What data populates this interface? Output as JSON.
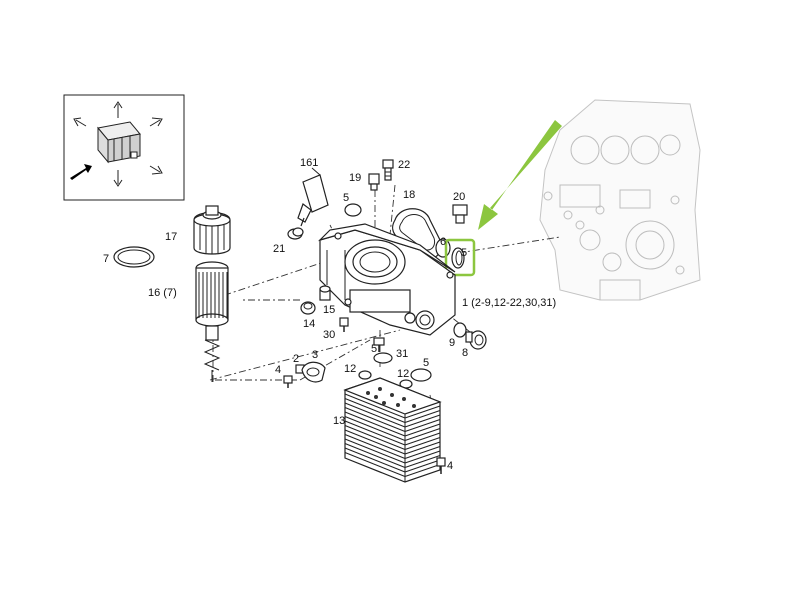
{
  "callouts": {
    "c161": "161",
    "c19": "19",
    "c22": "22",
    "c18": "18",
    "c20": "20",
    "c5_top": "5",
    "c5_hl": "5",
    "c6": "6",
    "c21": "21",
    "c17": "17",
    "c7": "7",
    "c16": "16 (7)",
    "c1": "1 (2-9,12-22,30,31)",
    "c14": "14",
    "c15": "15",
    "c30": "30",
    "c9": "9",
    "c8": "8",
    "c2": "2",
    "c3": "3",
    "c4a": "4",
    "c5_mid": "5",
    "c31": "31",
    "c5_mid2": "5",
    "c12a": "12",
    "c12b": "12",
    "c13": "13",
    "c4b": "4"
  },
  "colors": {
    "highlight": "#8cc63f",
    "line": "#222222",
    "ghost": "#bdbdbd"
  },
  "icons": {
    "arrow": "green-arrow-pointer",
    "orientation": "engine-orientation-icon"
  }
}
